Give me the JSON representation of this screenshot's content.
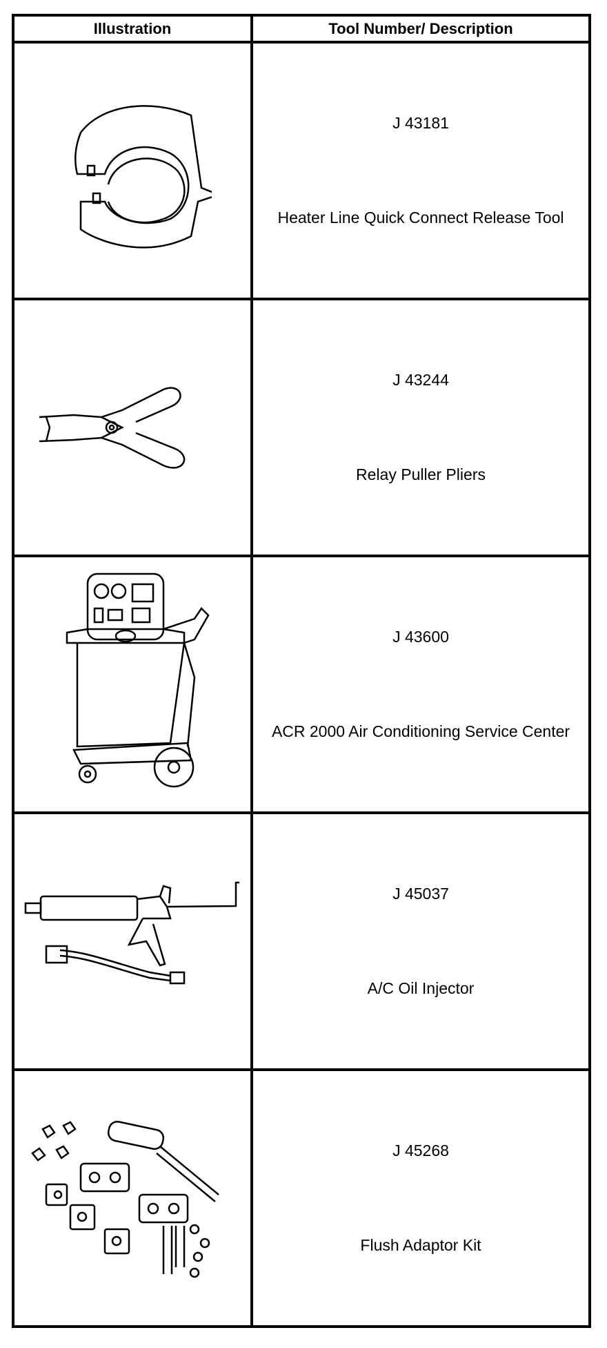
{
  "header": {
    "illustration": "Illustration",
    "tool": "Tool Number/ Description"
  },
  "rows": [
    {
      "number": "J 43181",
      "description": "Heater Line Quick Connect Release Tool",
      "icon": "release-tool-icon"
    },
    {
      "number": "J 43244",
      "description": "Relay Puller Pliers",
      "icon": "pliers-icon"
    },
    {
      "number": "J 43600",
      "description": "ACR 2000 Air Conditioning Service Center",
      "icon": "service-center-icon"
    },
    {
      "number": "J 45037",
      "description": "A/C Oil Injector",
      "icon": "oil-injector-icon"
    },
    {
      "number": "J 45268",
      "description": "Flush Adaptor Kit",
      "icon": "adaptor-kit-icon"
    }
  ]
}
